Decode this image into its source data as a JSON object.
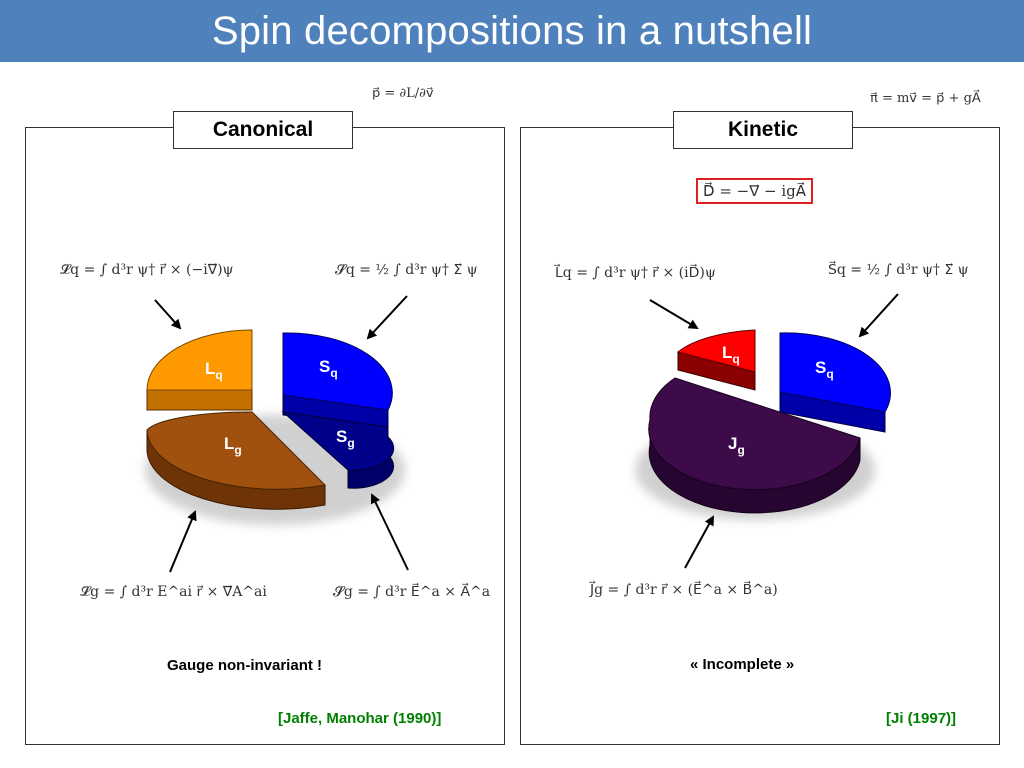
{
  "header": {
    "title": "Spin decompositions in a nutshell"
  },
  "definitions": {
    "canonical_momentum": "p⃗ = ∂L/∂v⃗",
    "kinetic_momentum": "π⃗ = mv⃗ = p⃗ + gA⃗"
  },
  "canonical": {
    "label": "Canonical",
    "formula_Lq": "𝓛⃗q = ∫ d³r ψ† r⃗ × (−i∇⃗)ψ",
    "formula_Sq": "𝓢⃗q = ½ ∫ d³r ψ† Σ⃗ ψ",
    "formula_Lg": "𝓛⃗g = ∫ d³r E^ai r⃗ × ∇⃗A^ai",
    "formula_Sg": "𝓢⃗g = ∫ d³r E⃗^a × A⃗^a",
    "slices": {
      "Lq": "L",
      "Lq_sub": "q",
      "Sq": "S",
      "Sq_sub": "q",
      "Sg": "S",
      "Sg_sub": "g",
      "Lg": "L",
      "Lg_sub": "g"
    },
    "note": "Gauge non-invariant !",
    "citation": "[Jaffe, Manohar (1990)]"
  },
  "kinetic": {
    "label": "Kinetic",
    "covariant_derivative": "D⃗ = −∇⃗ − igA⃗",
    "formula_Lq": "L⃗q = ∫ d³r ψ† r⃗ × (iD⃗)ψ",
    "formula_Sq": "S⃗q = ½ ∫ d³r ψ† Σ⃗ ψ",
    "formula_Jg": "J⃗g = ∫ d³r r⃗ × (E⃗^a × B⃗^a)",
    "slices": {
      "Lq": "L",
      "Lq_sub": "q",
      "Sq": "S",
      "Sq_sub": "q",
      "Jg": "J",
      "Jg_sub": "g"
    },
    "note": "« Incomplete »",
    "citation": "[Ji (1997)]"
  },
  "colors": {
    "header_bg": "#4f81bd",
    "Lq_canonical": "#ff9900",
    "Sq": "#0000ff",
    "Sg": "#00008b",
    "Lg": "#a0500f",
    "Lq_kinetic": "#ff0000",
    "Jg": "#3d0a4a",
    "citation": "#008000",
    "highlight_box": "#e02020"
  }
}
